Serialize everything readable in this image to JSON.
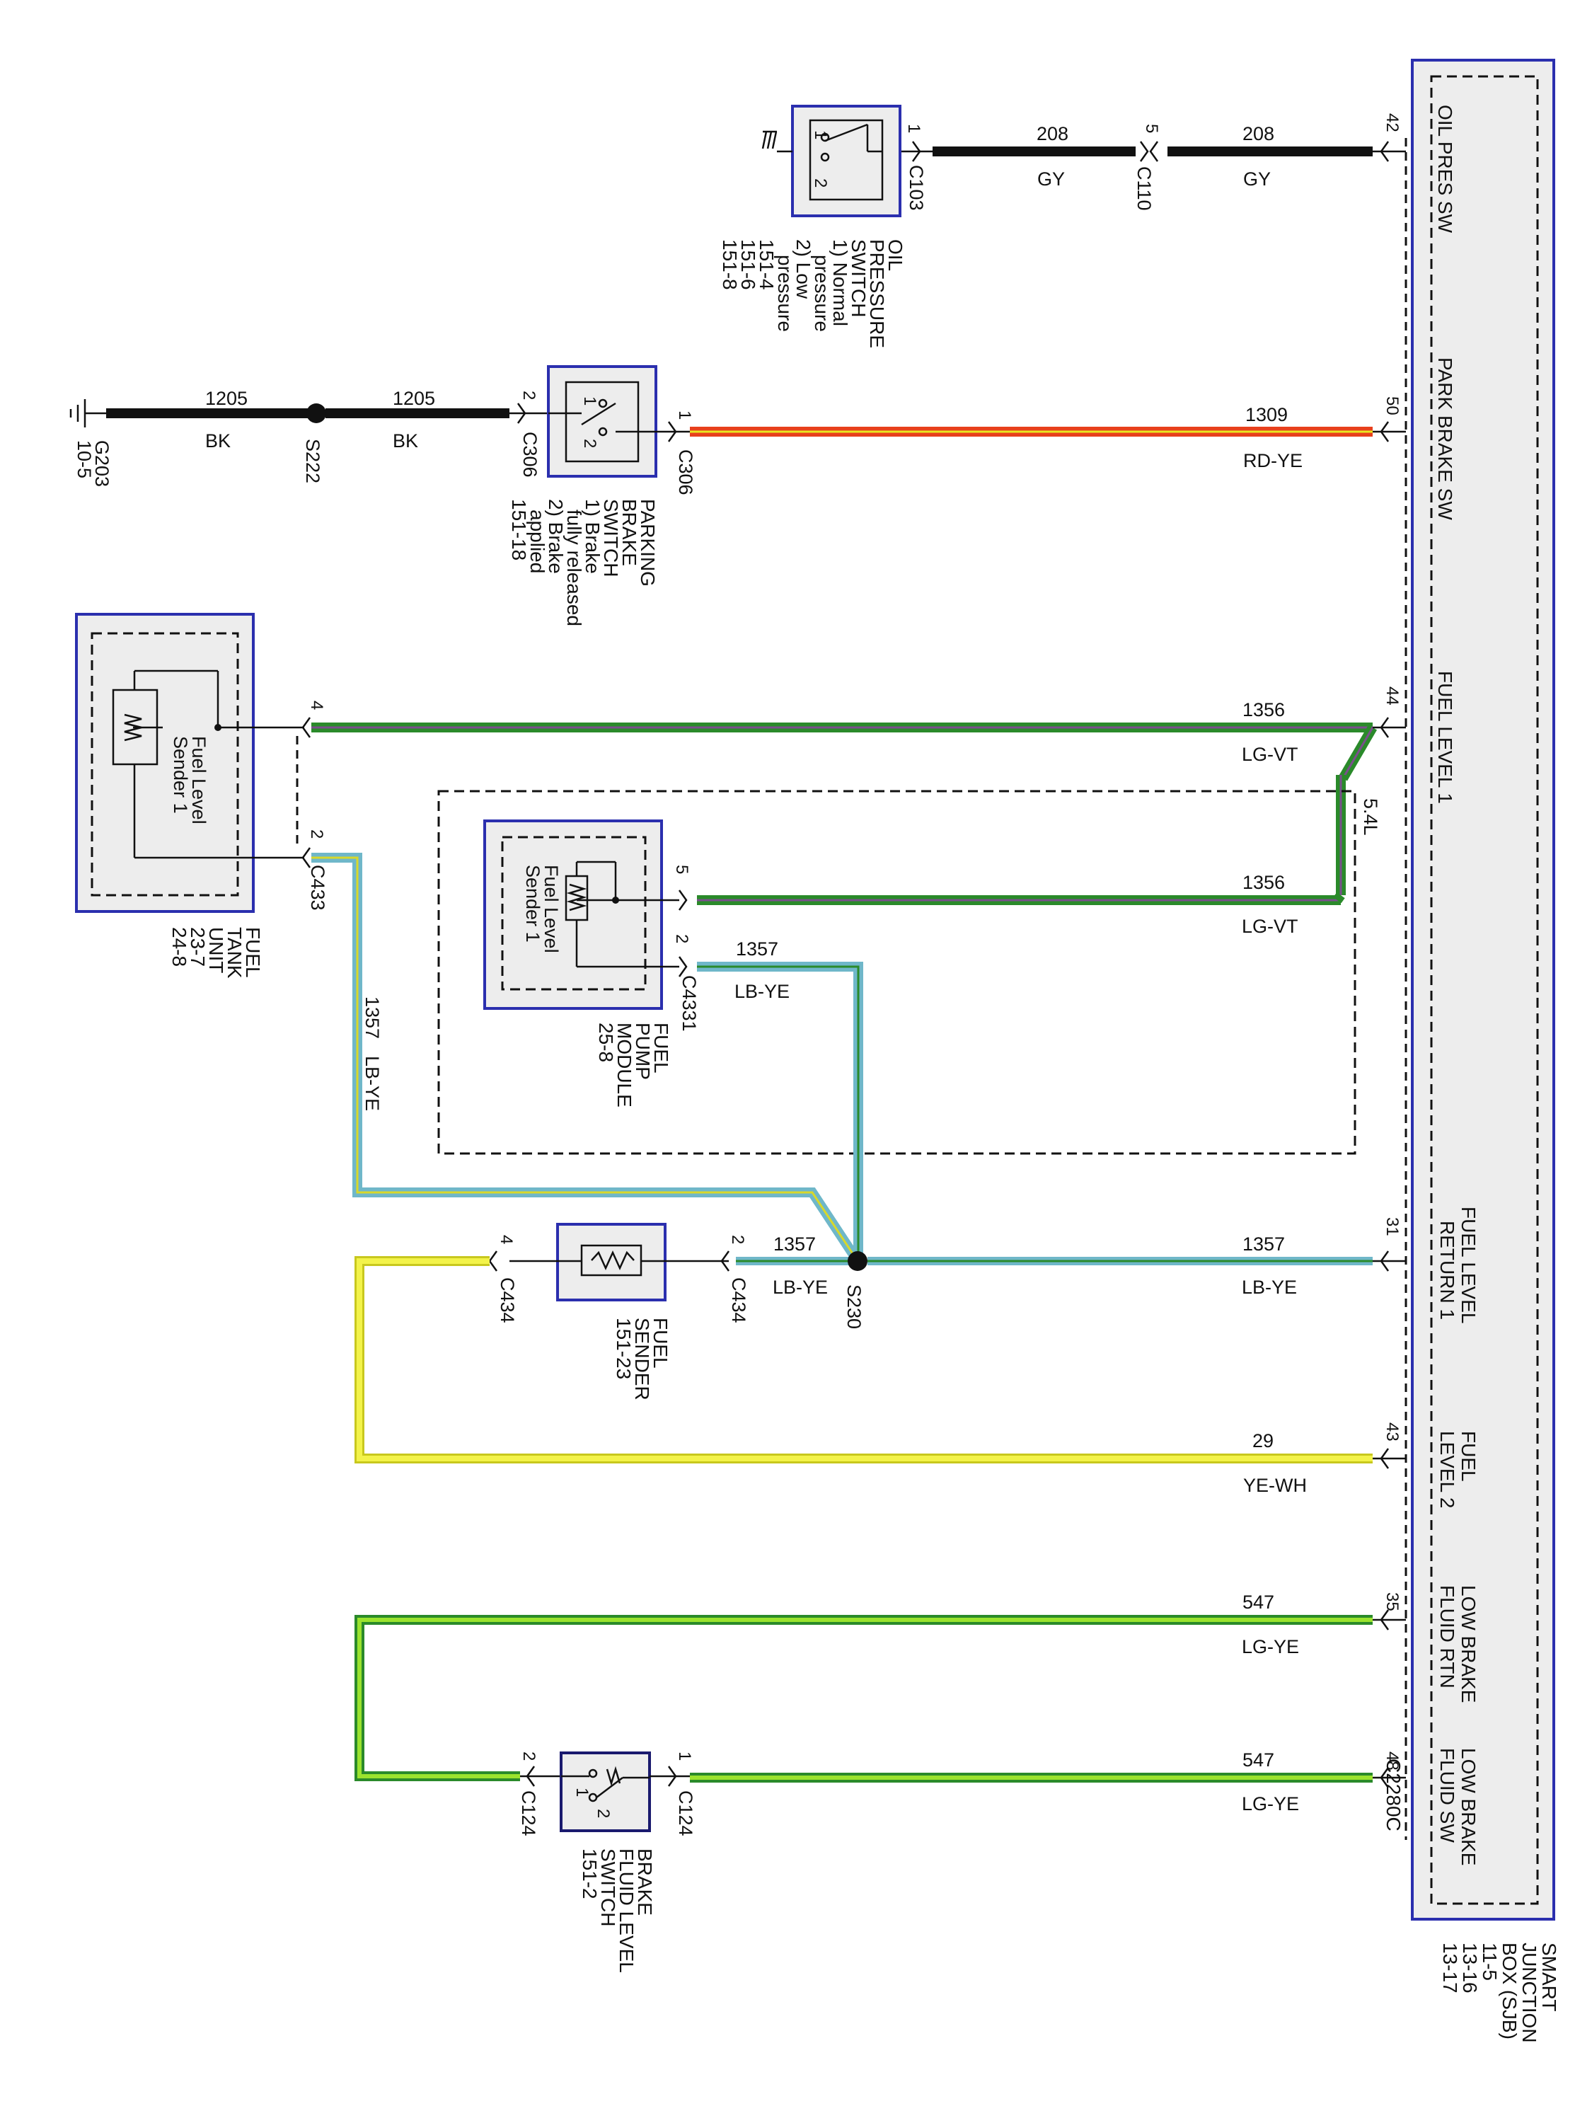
{
  "sjb": {
    "label_lines": [
      "SMART",
      "JUNCTION",
      "BOX (SJB)",
      "11-5",
      "13-16",
      "13-17"
    ],
    "connector": "C2280C",
    "pins": [
      {
        "pin": "42",
        "name_lines": [
          "OIL PRES SW"
        ]
      },
      {
        "pin": "50",
        "name_lines": [
          "PARK BRAKE SW"
        ]
      },
      {
        "pin": "44",
        "name_lines": [
          "FUEL LEVEL 1"
        ]
      },
      {
        "pin": "31",
        "name_lines": [
          "FUEL LEVEL",
          "RETURN 1"
        ]
      },
      {
        "pin": "43",
        "name_lines": [
          "FUEL",
          "LEVEL 2"
        ]
      },
      {
        "pin": "35",
        "name_lines": [
          "LOW BRAKE",
          "FLUID RTN"
        ]
      },
      {
        "pin": "48",
        "name_lines": [
          "LOW BRAKE",
          "FLUID SW"
        ]
      }
    ]
  },
  "components": {
    "oil_pressure_switch": {
      "label_lines": [
        "OIL",
        "PRESSURE",
        "SWITCH",
        "1) Normal",
        "pressure",
        "2) Low",
        "pressure",
        "151-4",
        "151-6",
        "151-8"
      ],
      "connector": "C103",
      "pin_a": "1",
      "pin_b": "2"
    },
    "parking_brake_switch": {
      "label_lines": [
        "PARKING",
        "BRAKE",
        "SWITCH",
        "1) Brake",
        "fully released",
        "2) Brake",
        "applied",
        "151-18"
      ],
      "connector_left": "C306",
      "connector_right": "C306",
      "pin_a": "1",
      "pin_b": "2"
    },
    "fuel_tank_unit": {
      "label_lines": [
        "FUEL",
        "TANK",
        "UNIT",
        "23-7",
        "24-8"
      ],
      "inner_label_lines": [
        "Fuel Level",
        "Sender 1"
      ],
      "connector": "C433",
      "pin_top": "4",
      "pin_bottom": "2"
    },
    "fuel_pump_module": {
      "label_lines": [
        "FUEL",
        "PUMP",
        "MODULE",
        "25-8"
      ],
      "inner_label_lines": [
        "Fuel Level",
        "Sender 1"
      ],
      "connector": "C4331",
      "pin_top": "5",
      "pin_bottom": "2",
      "variant": "5.4L"
    },
    "fuel_sender": {
      "label_lines": [
        "FUEL",
        "SENDER",
        "151-23"
      ],
      "connector_left": "C434",
      "connector_right": "C434",
      "pin_left": "4",
      "pin_right": "2"
    },
    "brake_fluid_level_switch": {
      "label_lines": [
        "BRAKE",
        "FLUID LEVEL",
        "SWITCH",
        "151-2"
      ],
      "connector_left": "C124",
      "connector_right": "C124",
      "pin_left": "2",
      "pin_right": "1"
    },
    "ground": {
      "label_lines": [
        "G203",
        "10-5"
      ]
    },
    "splices": {
      "s222": "S222",
      "s230": "S230"
    },
    "inline_connector": {
      "name": "C110",
      "pin": "5"
    }
  },
  "wires": {
    "oil_a": {
      "circuit": "208",
      "color_code": "GY"
    },
    "oil_b": {
      "circuit": "208",
      "color_code": "GY"
    },
    "gnd_a": {
      "circuit": "1205",
      "color_code": "BK"
    },
    "gnd_b": {
      "circuit": "1205",
      "color_code": "BK"
    },
    "park": {
      "circuit": "1309",
      "color_code": "RD-YE"
    },
    "fl1_top": {
      "circuit": "1356",
      "color_code": "LG-VT"
    },
    "fl1_mid": {
      "circuit": "1356",
      "color_code": "LG-VT"
    },
    "ret_pump": {
      "circuit": "1357",
      "color_code": "LB-YE"
    },
    "ret_tank": {
      "circuit": "1357",
      "color_code": "LB-YE"
    },
    "ret_sender": {
      "circuit": "1357",
      "color_code": "LB-YE"
    },
    "ret_sjb": {
      "circuit": "1357",
      "color_code": "LB-YE"
    },
    "fl2": {
      "circuit": "29",
      "color_code": "YE-WH"
    },
    "brake_rtn": {
      "circuit": "547",
      "color_code": "LG-YE"
    },
    "brake_sw": {
      "circuit": "547",
      "color_code": "LG-YE"
    }
  },
  "colors": {
    "GY": "#111111",
    "BK": "#111111",
    "RD": "#e8401c",
    "YE": "#e8e820",
    "LG": "#4cc23a",
    "VT": "#7a4f8c",
    "LB": "#6fb7c9",
    "WH": "#ffffff",
    "frame": "#2b2fae"
  }
}
